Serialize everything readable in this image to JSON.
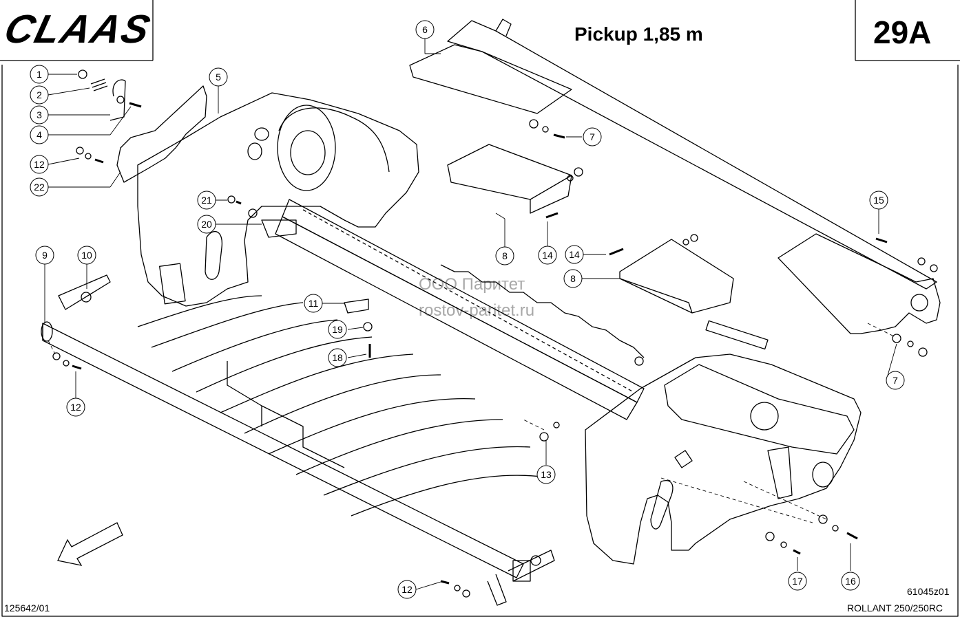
{
  "header": {
    "brand": "CLAAS",
    "title": "Pickup 1,85 m",
    "sheet_number": "29A"
  },
  "watermark": {
    "line1": "ООО Паритет",
    "line2": "rostov-paritet.ru"
  },
  "footer": {
    "left_code": "125642/01",
    "right_code": "61045z01",
    "model": "ROLLANT 250/250RC"
  },
  "callouts": [
    {
      "id": "c1",
      "label": "1"
    },
    {
      "id": "c2",
      "label": "2"
    },
    {
      "id": "c3",
      "label": "3"
    },
    {
      "id": "c4",
      "label": "4"
    },
    {
      "id": "c5",
      "label": "5"
    },
    {
      "id": "c6",
      "label": "6"
    },
    {
      "id": "c7a",
      "label": "7"
    },
    {
      "id": "c7b",
      "label": "7"
    },
    {
      "id": "c8a",
      "label": "8"
    },
    {
      "id": "c8b",
      "label": "8"
    },
    {
      "id": "c9",
      "label": "9"
    },
    {
      "id": "c10",
      "label": "10"
    },
    {
      "id": "c11",
      "label": "11"
    },
    {
      "id": "c12a",
      "label": "12"
    },
    {
      "id": "c12b",
      "label": "12"
    },
    {
      "id": "c12c",
      "label": "12"
    },
    {
      "id": "c13",
      "label": "13"
    },
    {
      "id": "c14a",
      "label": "14"
    },
    {
      "id": "c14b",
      "label": "14"
    },
    {
      "id": "c15",
      "label": "15"
    },
    {
      "id": "c16",
      "label": "16"
    },
    {
      "id": "c17",
      "label": "17"
    },
    {
      "id": "c18",
      "label": "18"
    },
    {
      "id": "c19",
      "label": "19"
    },
    {
      "id": "c20",
      "label": "20"
    },
    {
      "id": "c21",
      "label": "21"
    },
    {
      "id": "c22",
      "label": "22"
    }
  ]
}
